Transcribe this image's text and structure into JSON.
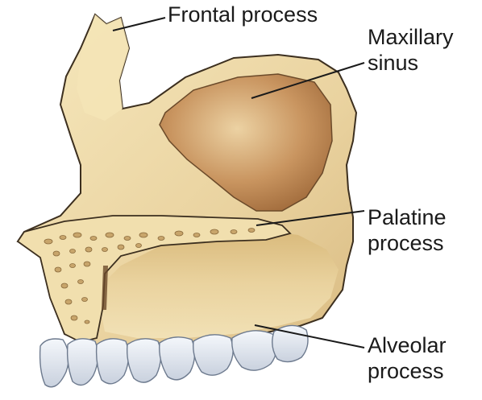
{
  "labels": {
    "frontal_process": "Frontal process",
    "maxillary_sinus": [
      "Maxillary",
      "sinus"
    ],
    "palatine_process": [
      "Palatine",
      "process"
    ],
    "alveolar_process": [
      "Alveolar",
      "process"
    ]
  },
  "colors": {
    "bone_light": "#f3e2b0",
    "bone_mid": "#e3c98c",
    "bone_shadow": "#c9a468",
    "sinus_dark": "#a8703f",
    "sinus_light": "#e9c796",
    "outline": "#3c2f1f",
    "tooth": "#e8eef6",
    "tooth_shadow": "#9aa6b8",
    "leader_line": "#1a1a1a"
  }
}
